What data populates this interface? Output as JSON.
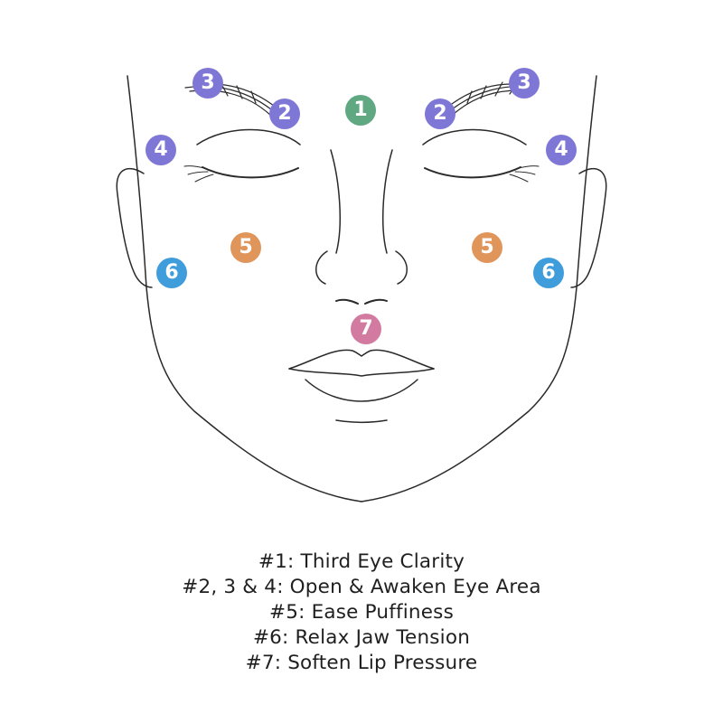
{
  "colors": {
    "line": "#2a2a2a",
    "green": "#5fa882",
    "purple": "#7f77d6",
    "orange": "#e0955a",
    "blue": "#3f9ddc",
    "pink": "#d37aa0"
  },
  "markers": [
    {
      "id": "m1",
      "label": "1",
      "color": "green"
    },
    {
      "id": "m2l",
      "label": "2",
      "color": "purple"
    },
    {
      "id": "m2r",
      "label": "2",
      "color": "purple"
    },
    {
      "id": "m3l",
      "label": "3",
      "color": "purple"
    },
    {
      "id": "m3r",
      "label": "3",
      "color": "purple"
    },
    {
      "id": "m4l",
      "label": "4",
      "color": "purple"
    },
    {
      "id": "m4r",
      "label": "4",
      "color": "purple"
    },
    {
      "id": "m5l",
      "label": "5",
      "color": "orange"
    },
    {
      "id": "m5r",
      "label": "5",
      "color": "orange"
    },
    {
      "id": "m6l",
      "label": "6",
      "color": "blue"
    },
    {
      "id": "m6r",
      "label": "6",
      "color": "blue"
    },
    {
      "id": "m7",
      "label": "7",
      "color": "pink"
    }
  ],
  "legend": [
    "#1: Third Eye Clarity",
    "#2, 3 & 4: Open & Awaken Eye Area",
    "#5: Ease Puffiness",
    "#6: Relax Jaw Tension",
    "#7: Soften Lip Pressure"
  ]
}
